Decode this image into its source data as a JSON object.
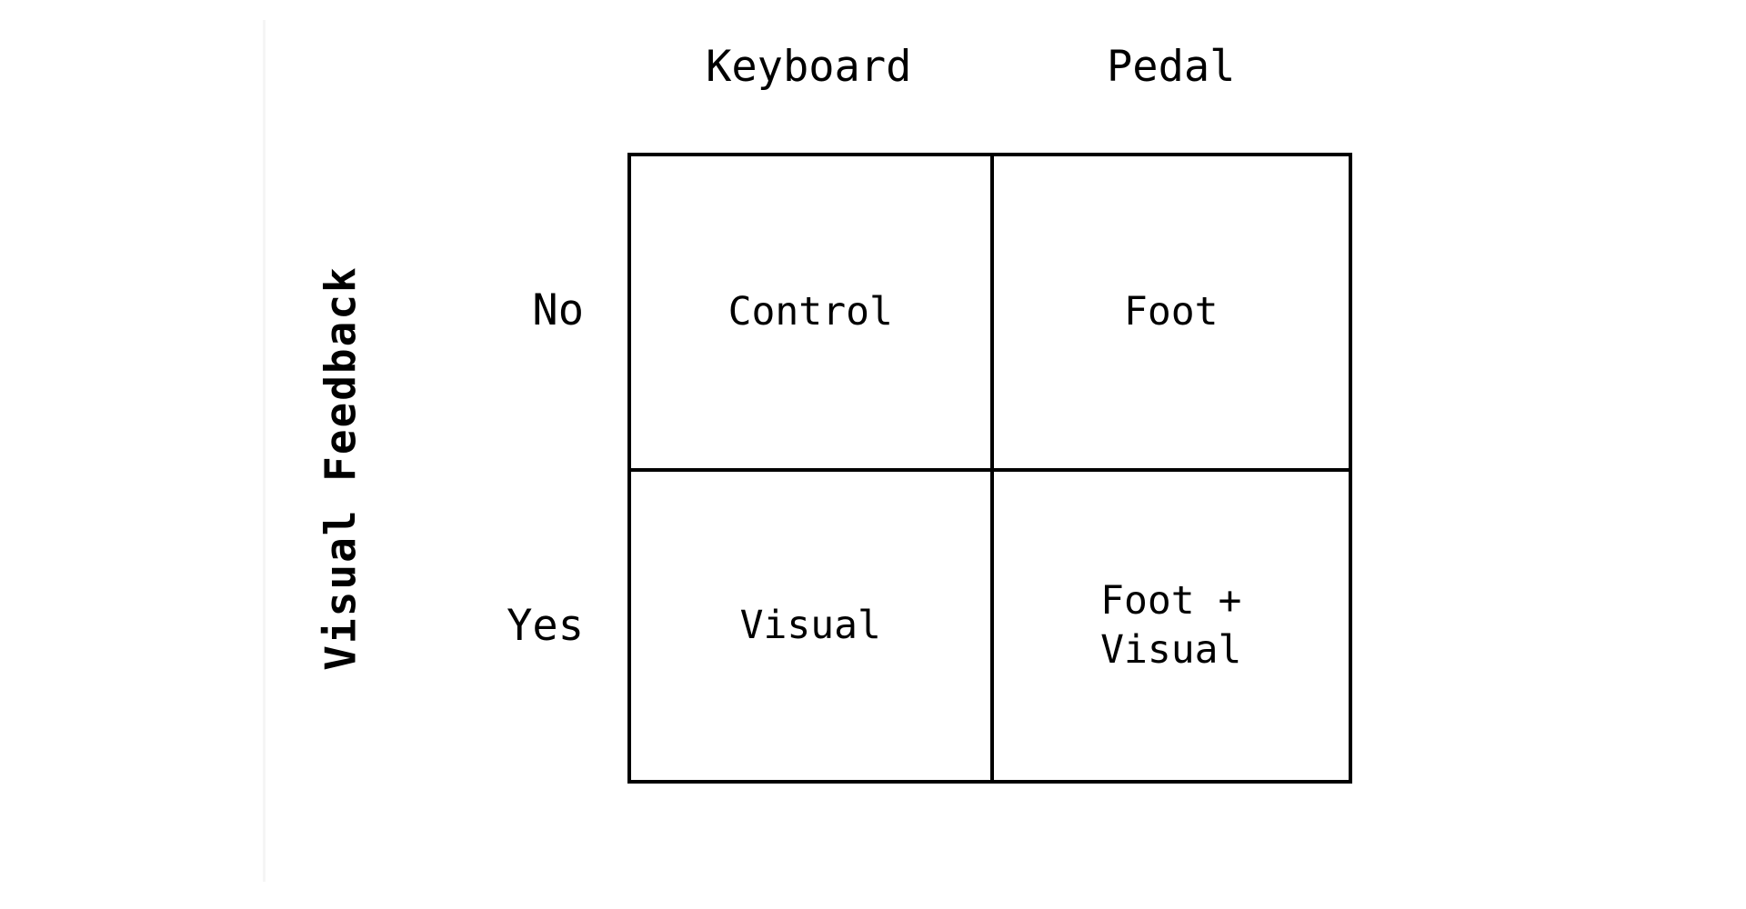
{
  "figure": {
    "background_color": "#ffffff",
    "line_color": "#000000",
    "edge_rule_color": "#f5f5f5"
  },
  "axes": {
    "column_axis": {
      "title": "",
      "labels": [
        "Keyboard",
        "Pedal"
      ]
    },
    "row_axis": {
      "title": "Visual Feedback",
      "labels": [
        "No",
        "Yes"
      ]
    }
  },
  "chart_data": {
    "type": "table",
    "title": "",
    "xlabel": "",
    "ylabel": "Visual Feedback",
    "column_headers": [
      "Keyboard",
      "Pedal"
    ],
    "row_headers": [
      "No",
      "Yes"
    ],
    "cells": [
      [
        "Control",
        "Foot"
      ],
      [
        "Visual",
        "Foot +\nVisual"
      ]
    ],
    "conditions": [
      {
        "name": "Control",
        "input": "Keyboard",
        "visual_feedback": "No"
      },
      {
        "name": "Foot",
        "input": "Pedal",
        "visual_feedback": "No"
      },
      {
        "name": "Visual",
        "input": "Keyboard",
        "visual_feedback": "Yes"
      },
      {
        "name": "Foot + Visual",
        "input": "Pedal",
        "visual_feedback": "Yes"
      }
    ],
    "grid": true,
    "legend": null
  }
}
